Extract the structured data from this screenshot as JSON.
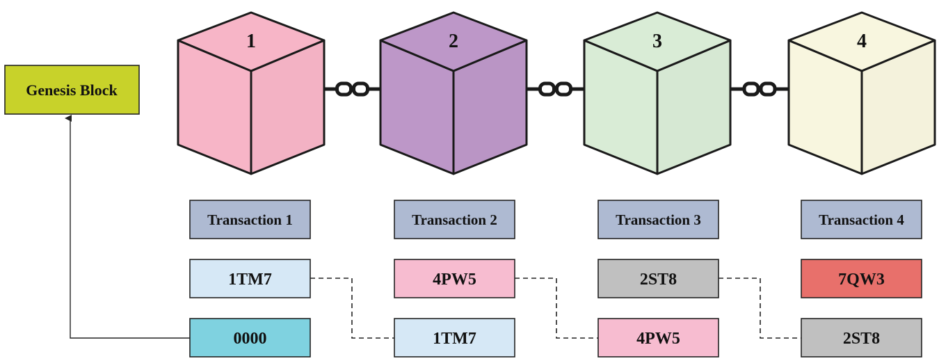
{
  "genesis": {
    "label": "Genesis Block",
    "color": "#c8d22a"
  },
  "blocks": [
    {
      "number": "1",
      "top_color": "#f7b5c7",
      "left_color": "#f7b5c7",
      "right_color": "#f7b5c7"
    },
    {
      "number": "2",
      "top_color": "#bd97c8",
      "left_color": "#bd97c8",
      "right_color": "#bd97c8"
    },
    {
      "number": "3",
      "top_color": "#d9ecd6",
      "left_color": "#d9ecd6",
      "right_color": "#d9ecd6"
    },
    {
      "number": "4",
      "top_color": "#f8f6df",
      "left_color": "#f8f6df",
      "right_color": "#f8f6df"
    }
  ],
  "transactions": [
    {
      "label": "Transaction 1",
      "hash": "1TM7",
      "hash_color": "#d6e8f6",
      "prev_hash": "0000",
      "prev_color": "#7fd2e0"
    },
    {
      "label": "Transaction 2",
      "hash": "4PW5",
      "hash_color": "#f7bcd0",
      "prev_hash": "1TM7",
      "prev_color": "#d6e8f6"
    },
    {
      "label": "Transaction 3",
      "hash": "2ST8",
      "hash_color": "#c0c0c0",
      "prev_hash": "4PW5",
      "prev_color": "#f7bcd0"
    },
    {
      "label": "Transaction 4",
      "hash": "7QW3",
      "hash_color": "#e8706b",
      "prev_hash": "2ST8",
      "prev_color": "#c0c0c0"
    }
  ],
  "transaction_label_color": "#aebad2"
}
